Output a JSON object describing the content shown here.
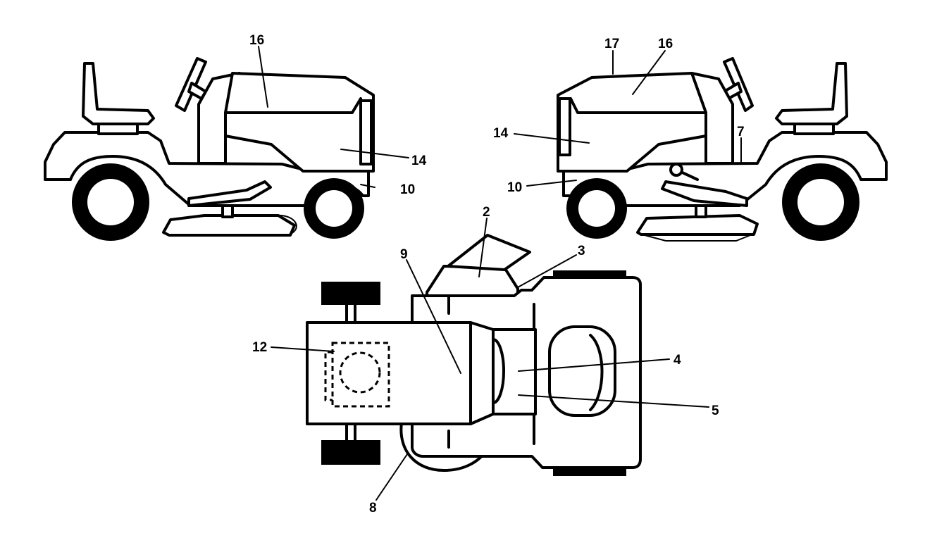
{
  "labels": {
    "left_view": [
      "16",
      "14",
      "10"
    ],
    "right_view": [
      "17",
      "16",
      "14",
      "7",
      "10"
    ],
    "top_view": [
      "2",
      "3",
      "9",
      "12",
      "4",
      "5",
      "8"
    ]
  }
}
